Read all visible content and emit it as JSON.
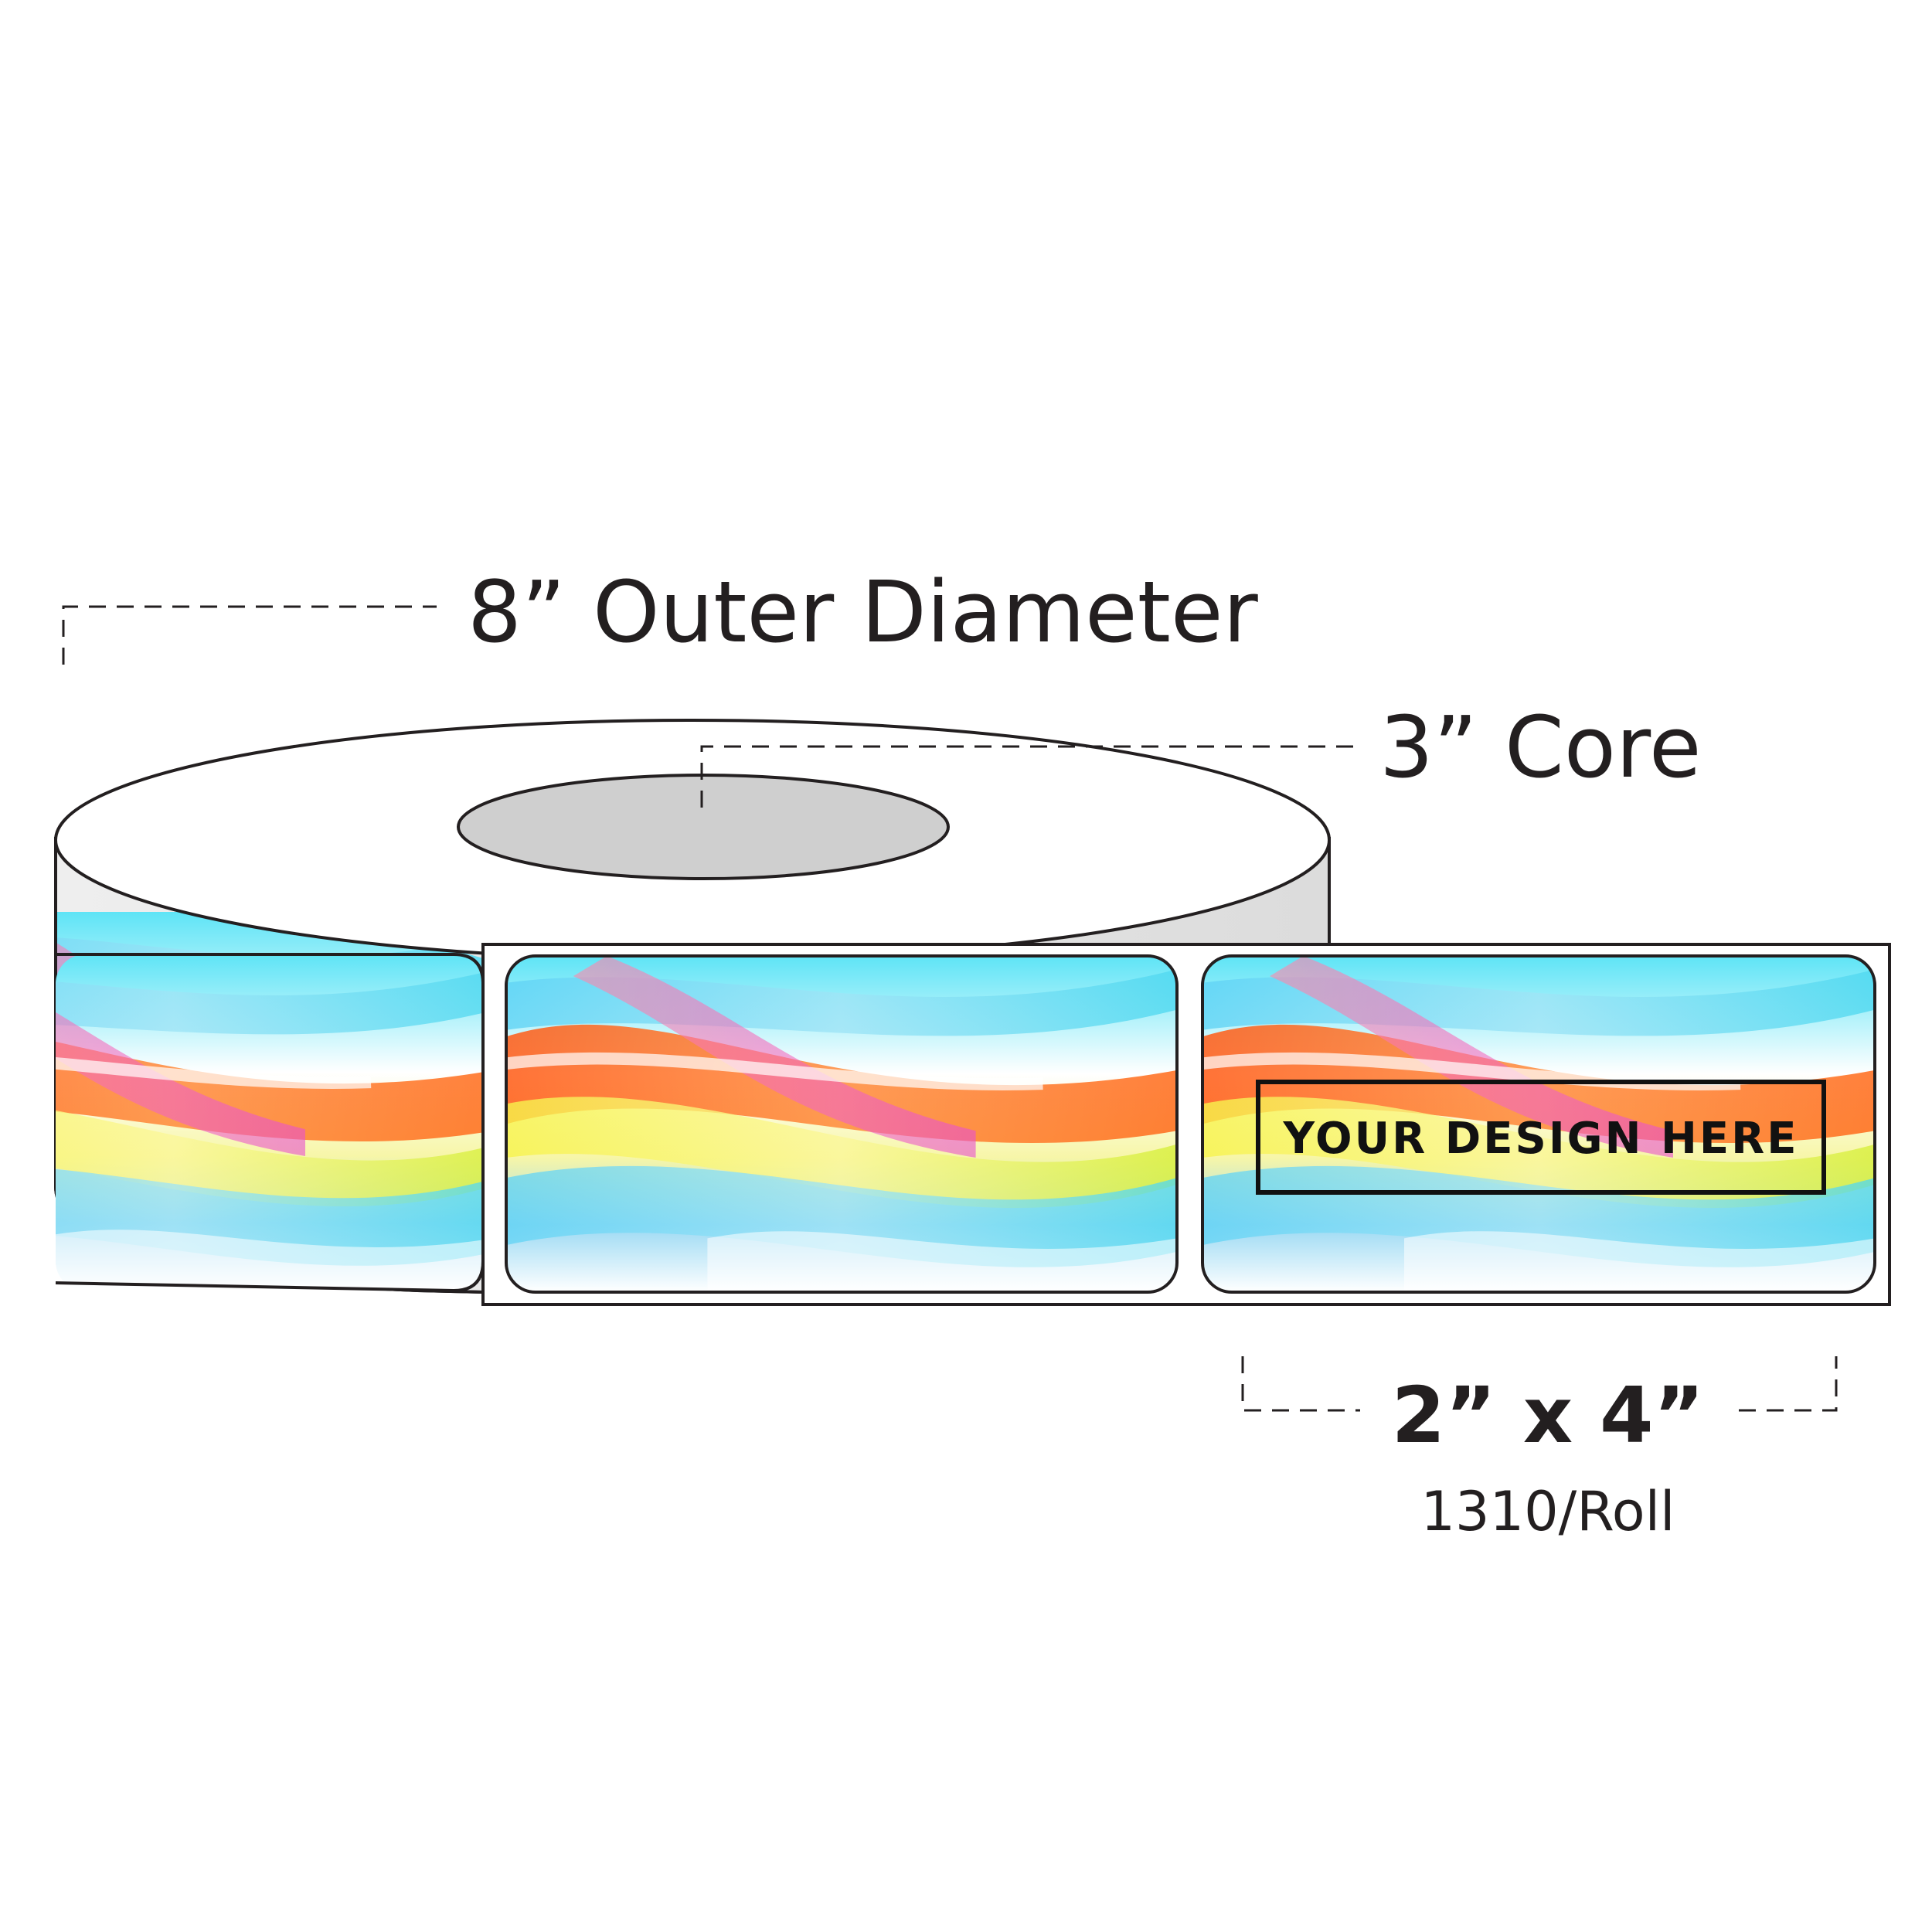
{
  "labels": {
    "outer_diameter": "8” Outer Diameter",
    "core": "3” Core",
    "label_size": "2” x 4”",
    "per_roll": "1310/Roll",
    "design_placeholder": "YOUR DESIGN HERE"
  },
  "colors": {
    "outline": "#231f20",
    "roll_face": "#ffffff",
    "roll_side": "#e6e6e6",
    "core_fill": "#cfcfcf",
    "cyan": "#4fd8f0",
    "sky": "#8fd6f3",
    "orange": "#ff6a1a",
    "yellow": "#f4f04a",
    "pink": "#f060c8",
    "lime": "#d6ef3a"
  }
}
